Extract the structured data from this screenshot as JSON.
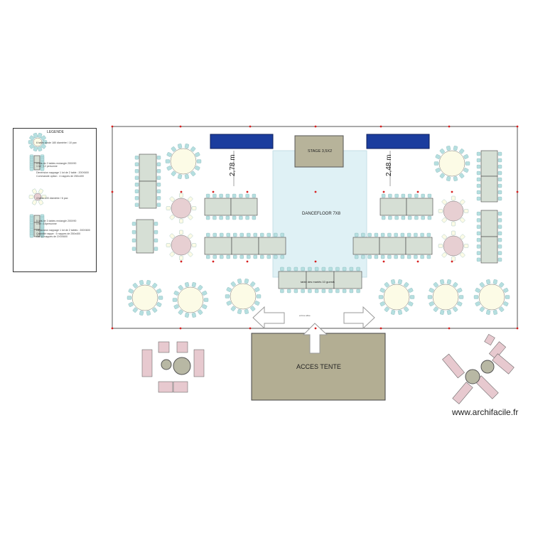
{
  "legend": {
    "title": "LEGENDE",
    "items": [
      {
        "text": "6 table ronde 180 diamètre / 10 pax"
      },
      {
        "text": "4 lots de 2 tables rectangle 200X90\n1 lot : 12 personne\n\nDimension nappage 1 lot de 2 table : 200X600\nCommande option : 4 nappes de 250x400"
      },
      {
        "text": "4 table 100 diamètre / 6 pax"
      },
      {
        "text": "5 lots de 3 tables rectangle 200X90\n1 lot : 16personne\n\nDimension nappage 1 lot de 2 tables : 200X600\nQuantité nappe : 5 nappes de 250x400\nOU 10 nappes de 2X5X600"
      }
    ]
  },
  "labels": {
    "stage": "STAGE 3,5X2",
    "dancefloor": "DANCEFLOOR 7X8",
    "table_mariés": "table des mariés  10 guests",
    "dim_left": "2,78 m",
    "dim_right": "2,48 m",
    "entrance": "ACCES TENTE",
    "small_note": "entrée allée",
    "watermark": "www.archifacile.fr",
    "banner_left": "",
    "banner_right": ""
  },
  "colors": {
    "round_table": "#fcfbe6",
    "chair": "#b5dfe0",
    "cocktail_table": "#e7cfd2",
    "rect_table": "#d6dfd5",
    "dancefloor": "#dff1f5",
    "stage": "#b7b39a",
    "entrance": "#b3ae93",
    "banner": "#1b3d9e",
    "lounge": "#e7c9cf"
  }
}
